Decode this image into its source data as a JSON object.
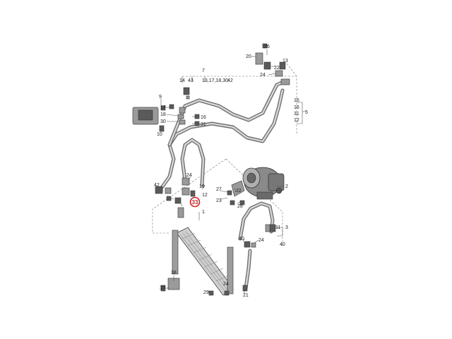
{
  "diagram": {
    "callouts": [
      {
        "id": "c26",
        "text": "26"
      },
      {
        "id": "c20",
        "text": "20"
      },
      {
        "id": "c22",
        "text": "22"
      },
      {
        "id": "c24a",
        "text": "24"
      },
      {
        "id": "c13",
        "text": "13"
      },
      {
        "id": "c7",
        "text": "7"
      },
      {
        "id": "c14",
        "text": "14"
      },
      {
        "id": "c43",
        "text": "43"
      },
      {
        "id": "c13s",
        "text": "13,17,18,30"
      },
      {
        "id": "c42a",
        "text": "42"
      },
      {
        "id": "c15",
        "text": "15"
      },
      {
        "id": "c5",
        "text": "5"
      },
      {
        "id": "c16",
        "text": "16"
      },
      {
        "id": "c31",
        "text": "31"
      },
      {
        "id": "c12a",
        "text": "12"
      },
      {
        "id": "c9",
        "text": "9"
      },
      {
        "id": "c17",
        "text": "17"
      },
      {
        "id": "c18",
        "text": "18"
      },
      {
        "id": "c30",
        "text": "30"
      },
      {
        "id": "c10",
        "text": "10"
      },
      {
        "id": "c16b",
        "text": "16"
      },
      {
        "id": "c31b",
        "text": "31"
      },
      {
        "id": "c2",
        "text": "2"
      },
      {
        "id": "c24b",
        "text": "24"
      },
      {
        "id": "c19",
        "text": "19"
      },
      {
        "id": "c42b",
        "text": "42"
      },
      {
        "id": "c12b",
        "text": "12"
      },
      {
        "id": "c27",
        "text": "27"
      },
      {
        "id": "c22b",
        "text": "22"
      },
      {
        "id": "c23",
        "text": "23"
      },
      {
        "id": "c28",
        "text": "28"
      },
      {
        "id": "c1",
        "text": "1"
      },
      {
        "id": "c11",
        "text": "11"
      },
      {
        "id": "c3",
        "text": "3"
      },
      {
        "id": "c40a",
        "text": "40"
      },
      {
        "id": "c24c",
        "text": "24"
      },
      {
        "id": "c40b",
        "text": "40"
      },
      {
        "id": "c38",
        "text": "38"
      },
      {
        "id": "c37",
        "text": "37"
      },
      {
        "id": "c29",
        "text": "29"
      },
      {
        "id": "c21",
        "text": "21"
      },
      {
        "id": "c24d",
        "text": "24"
      }
    ],
    "highlight": {
      "text": "33",
      "color": "#cc2222"
    },
    "colors": {
      "line": "#555555",
      "pipe": "#6b6b6b",
      "highlight": "#cc2222"
    }
  }
}
